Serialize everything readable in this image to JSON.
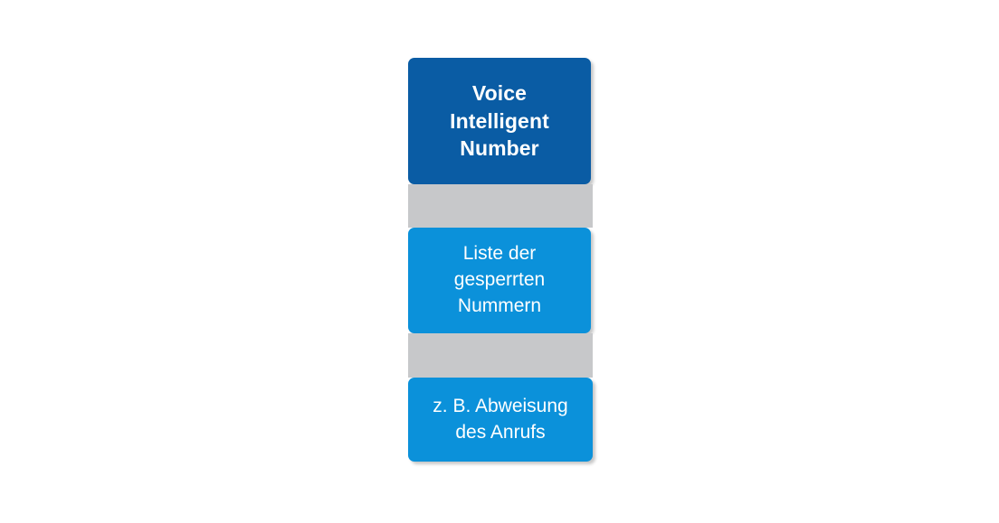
{
  "diagram": {
    "title": "Voice Intelligent Number",
    "background_color": "#ffffff",
    "nodes": [
      {
        "id": "header",
        "label": "Voice\nIntelligent\nNumber",
        "color": "#0a5ca4",
        "text_color": "#ffffff",
        "emphasis": "bold"
      },
      {
        "id": "blocked-list",
        "label": "Liste der\ngesperrten\nNummern",
        "color": "#0b91da",
        "text_color": "#ffffff",
        "emphasis": "regular"
      },
      {
        "id": "example-action",
        "label": "z. B. Abweisung\ndes Anrufs",
        "color": "#0b91da",
        "text_color": "#ffffff",
        "emphasis": "regular"
      }
    ],
    "connectors": [
      {
        "id": "connector-1",
        "color": "#c7c8ca"
      },
      {
        "id": "connector-2",
        "color": "#c7c8ca"
      }
    ]
  }
}
